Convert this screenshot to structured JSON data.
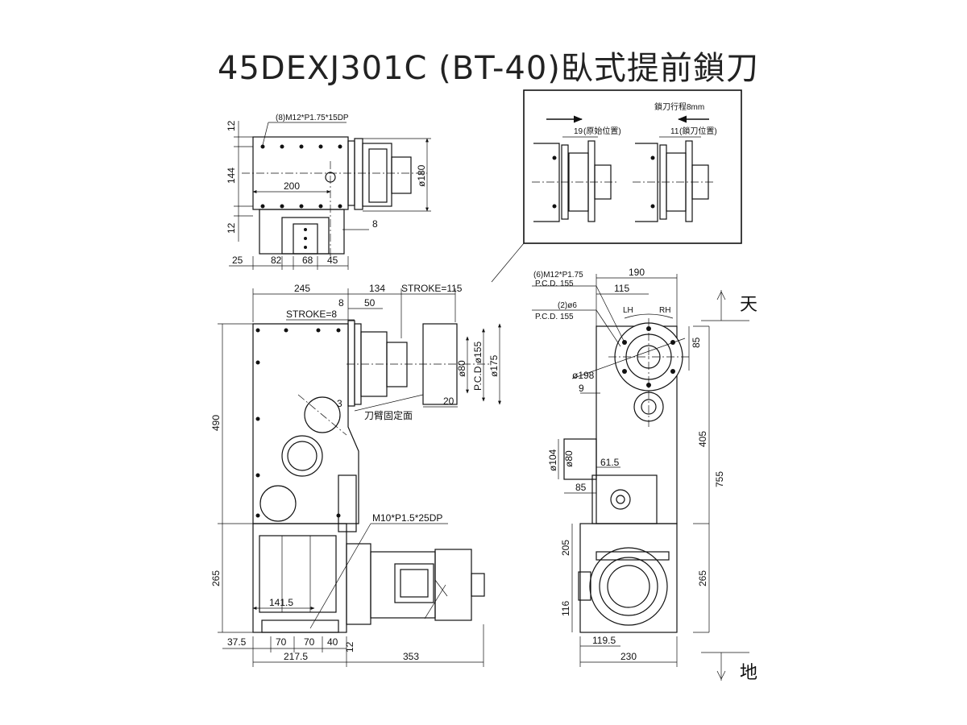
{
  "title": "45DEXJ301C (BT-40)臥式提前鎖刀",
  "top_view": {
    "thread_note": "(8)M12*P1.75*15DP",
    "dims": [
      "12",
      "144",
      "12",
      "200",
      "ø180",
      "8",
      "25",
      "82",
      "68",
      "45"
    ]
  },
  "detail": {
    "lock_stroke": "鎖刀行程8mm",
    "pos_left": "19",
    "pos_left_note": "(原始位置)",
    "pos_right": "11",
    "pos_right_note": "(鎖刀位置)"
  },
  "front_view": {
    "dims_top": [
      "245",
      "134",
      "STROKE=115",
      "8",
      "50",
      "STROKE=8"
    ],
    "dims_side": [
      "490",
      "265"
    ],
    "dims_flange": [
      "ø80",
      "P.C.D ø155",
      "ø175",
      "20",
      "3"
    ],
    "arm_surface": "刀臂固定面",
    "motor_note": "M10*P1.5*25DP",
    "dims_bottom": [
      "141.5",
      "37.5",
      "70",
      "70",
      "40",
      "12",
      "217.5",
      "353"
    ]
  },
  "side_view": {
    "thread_note": "(6)M12*P1.75",
    "thread_pcd": "P.C.D. 155",
    "pin_note": "(2)ø6",
    "pin_pcd": "P.C.D. 155",
    "dims": [
      "190",
      "115",
      "85",
      "ø198",
      "9",
      "ø104",
      "ø80",
      "61.5",
      "85",
      "205",
      "116",
      "119.5",
      "230",
      "405",
      "755",
      "265"
    ],
    "lh": "LH",
    "rh": "RH",
    "sky": "天",
    "ground": "地"
  }
}
